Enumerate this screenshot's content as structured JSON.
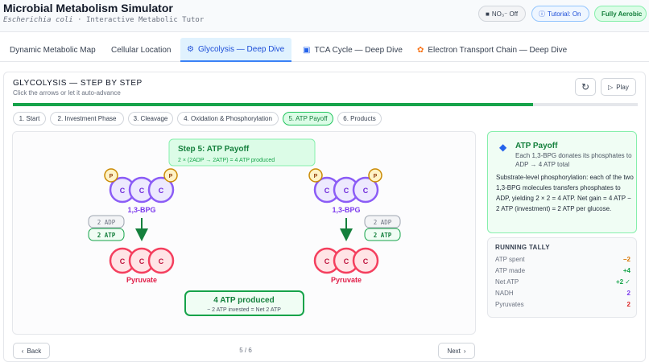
{
  "app": {
    "title": "Microbial Metabolism Simulator",
    "subtitle_organism": "Escherichia coli",
    "subtitle_rest": " · Interactive Metabolic Tutor"
  },
  "header_pills": {
    "no3": "NO₃⁻ Off",
    "tutorial": "Tutorial: On",
    "aerobic": "Fully Aerobic"
  },
  "tabs": [
    {
      "label": "Dynamic Metabolic Map"
    },
    {
      "label": "Cellular Location"
    },
    {
      "label": "Glycolysis — Deep Dive",
      "icon": "flask-icon"
    },
    {
      "label": "TCA Cycle — Deep Dive",
      "icon": "cycle-icon"
    },
    {
      "label": "Electron Transport Chain — Deep Dive",
      "icon": "lightning-icon"
    }
  ],
  "panel": {
    "title": "GLYCOLYSIS — STEP BY STEP",
    "hint": "Click the arrows or let it auto-advance",
    "play_label": "Play",
    "progress": 0.833
  },
  "steps": [
    {
      "label": "1. Start"
    },
    {
      "label": "2. Investment Phase"
    },
    {
      "label": "3. Cleavage"
    },
    {
      "label": "4. Oxidation & Phosphorylation"
    },
    {
      "label": "5. ATP Payoff"
    },
    {
      "label": "6. Products"
    }
  ],
  "diagram": {
    "step_title": "Step 5: ATP Payoff",
    "step_eq": "2 × (2ADP → 2ATP) = 4 ATP produced",
    "phosphate": "P",
    "carbon": "C",
    "molecule_top": "1,3-BPG",
    "molecule_bottom": "Pyruvate",
    "adp": "2 ADP",
    "atp": "2 ATP",
    "result_title": "4 ATP produced",
    "result_sub": "− 2 ATP invested = Net 2 ATP"
  },
  "info": {
    "title": "ATP Payoff",
    "subtitle": "Each 1,3-BPG donates its phosphates to ADP → 4 ATP total",
    "body": "Substrate-level phosphorylation: each of the two 1,3-BPG molecules transfers phosphates to ADP, yielding 2 × 2 = 4 ATP. Net gain = 4 ATP − 2 ATP (investment) = 2 ATP per glucose."
  },
  "tally": {
    "title": "RUNNING TALLY",
    "rows": [
      {
        "label": "ATP spent",
        "value": "−2",
        "color": "#d97706"
      },
      {
        "label": "ATP made",
        "value": "+4",
        "color": "#16a34a"
      },
      {
        "label": "Net ATP",
        "value": "+2 ✓",
        "color": "#16a34a"
      },
      {
        "label": "NADH",
        "value": "2",
        "color": "#7c3aed"
      },
      {
        "label": "Pyruvates",
        "value": "2",
        "color": "#dc2626"
      }
    ]
  },
  "nav": {
    "back": "Back",
    "next": "Next",
    "page": "5 / 6"
  },
  "colors": {
    "accent_green": "#16a34a",
    "bpg_purple": "#8b5cf6",
    "pyruvate_red": "#e11d48",
    "phosphate_yellow": "#eab308"
  }
}
